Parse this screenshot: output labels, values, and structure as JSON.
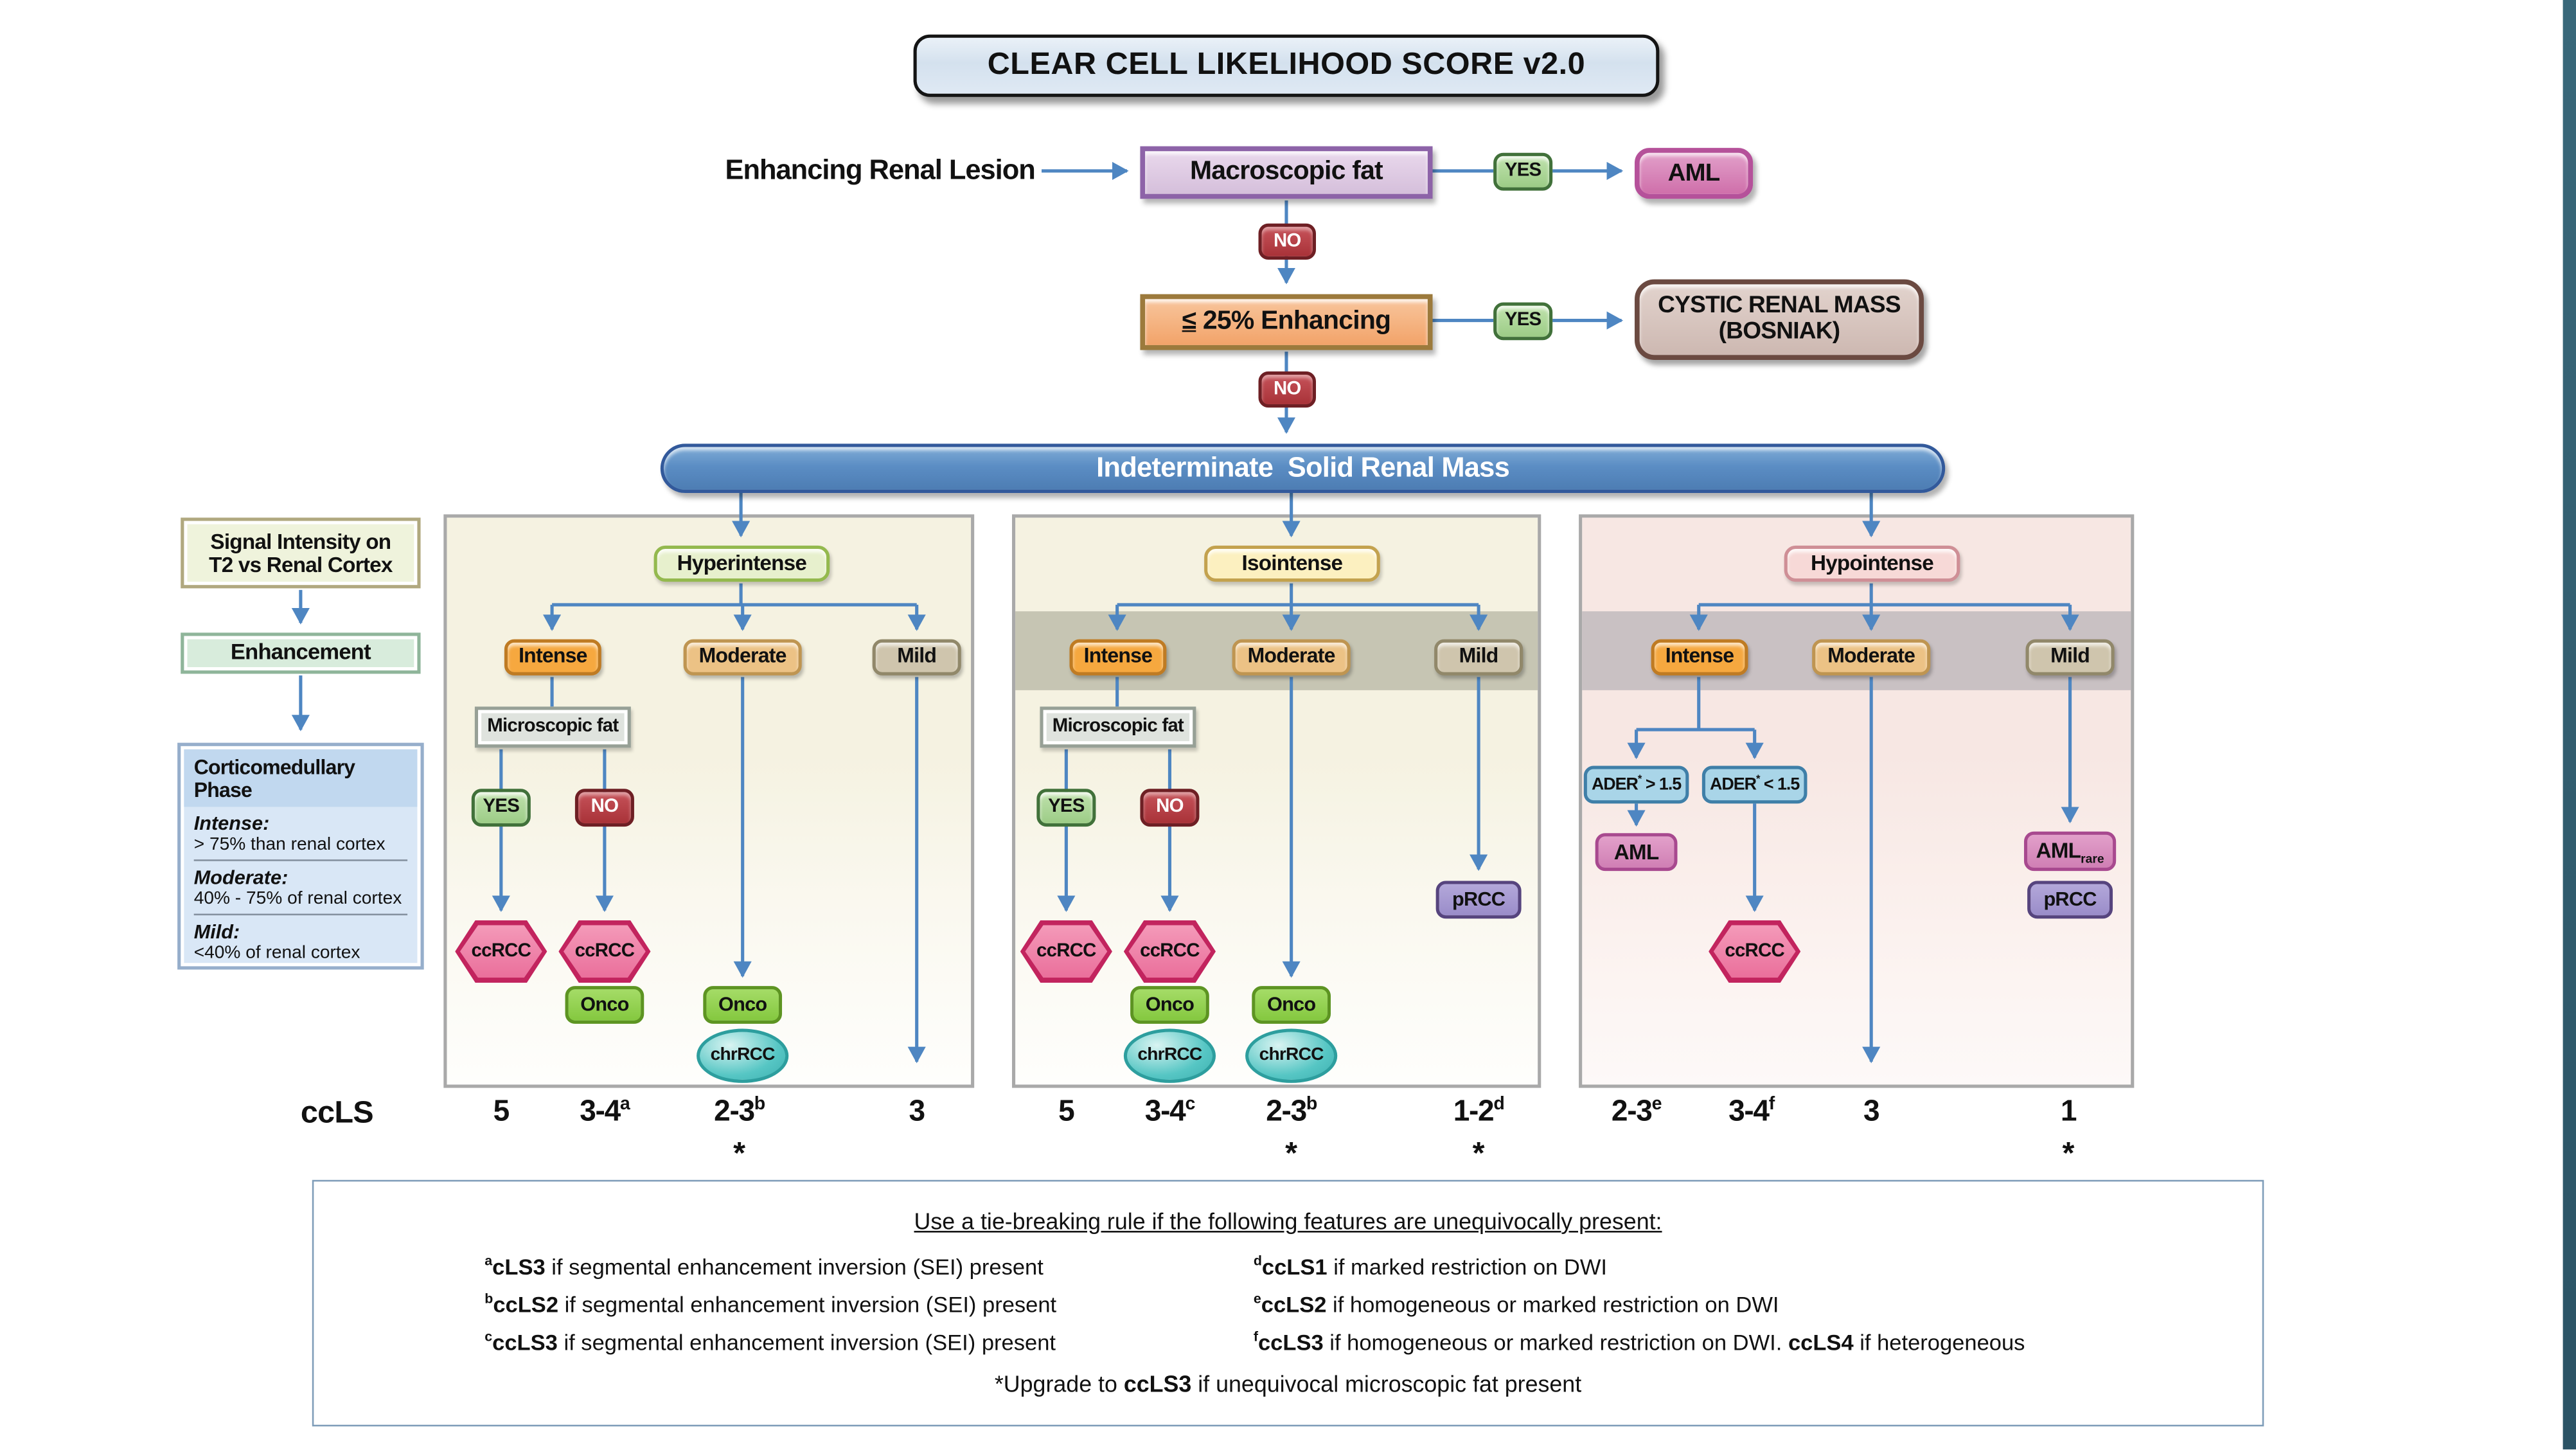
{
  "title": "CLEAR CELL LIKELIHOOD SCORE v2.0",
  "top_flow": {
    "entry_label": "Enhancing Renal Lesion",
    "macroscopic_fat": "Macroscopic fat",
    "yes": "YES",
    "no": "NO",
    "aml": "AML",
    "leq": "≤",
    "enhancing_rest": " 25% Enhancing",
    "cystic_line1": "CYSTIC RENAL MASS",
    "cystic_line2": "(BOSNIAK)",
    "indeterminate": "Indeterminate  Solid Renal Mass"
  },
  "legend": {
    "signal_line1": "Signal Intensity on",
    "signal_line2": "T2 vs Renal Cortex",
    "enhancement": "Enhancement",
    "cortico_header": "Corticomedullary Phase",
    "intense_label": "Intense:",
    "intense_def": "> 75% than renal cortex",
    "moderate_label": "Moderate:",
    "moderate_def": "40% - 75% of renal cortex",
    "mild_label": "Mild:",
    "mild_def": "<40% of renal cortex"
  },
  "panels": [
    {
      "label": "Hyperintense",
      "intense": "Intense",
      "moderate": "Moderate",
      "mild": "Mild",
      "micro_fat": "Microscopic fat",
      "yes": "YES",
      "no": "NO"
    },
    {
      "label": "Isointense",
      "intense": "Intense",
      "moderate": "Moderate",
      "mild": "Mild",
      "micro_fat": "Microscopic fat",
      "yes": "YES",
      "no": "NO"
    },
    {
      "label": "Hypointense",
      "intense": "Intense",
      "moderate": "Moderate",
      "mild": "Mild",
      "ader_gt": {
        "base": "ADER",
        "sup": "*",
        "rest": " > 1.5"
      },
      "ader_lt": {
        "base": "ADER",
        "sup": "*",
        "rest": " < 1.5"
      }
    }
  ],
  "outcomes": {
    "ccrcc": "ccRCC",
    "onco": "Onco",
    "chrrcc": "chrRCC",
    "prcc": "pRCC",
    "aml": "AML",
    "aml_sub": "rare"
  },
  "ccls": {
    "label": "ccLS",
    "hyper": [
      {
        "v": "5"
      },
      {
        "v": "3-4",
        "s": "a"
      },
      {
        "v": "2-3",
        "s": "b",
        "star": "*"
      },
      {
        "v": "3"
      }
    ],
    "iso": [
      {
        "v": "5"
      },
      {
        "v": "3-4",
        "s": "c"
      },
      {
        "v": "2-3",
        "s": "b",
        "star": "*"
      },
      {
        "v": "1-2",
        "s": "d",
        "star": "*"
      }
    ],
    "hypo": [
      {
        "v": "2-3",
        "s": "e"
      },
      {
        "v": "3-4",
        "s": "f"
      },
      {
        "v": "3"
      },
      {
        "v": "1",
        "star": "*"
      }
    ]
  },
  "footnotes": {
    "title": "Use a tie-breaking rule if the following features are unequivocally present:",
    "a_sup": "a",
    "a_bold": "cLS3",
    "a_text": " if segmental enhancement inversion (SEI) present",
    "b_sup": "b",
    "b_bold": "ccLS2",
    "b_text": " if segmental enhancement inversion (SEI) present",
    "c_sup": "c",
    "c_bold": "ccLS3",
    "c_text": " if segmental enhancement inversion (SEI) present",
    "d_sup": "d",
    "d_bold": "ccLS1",
    "d_text": " if marked restriction on DWI",
    "e_sup": "e",
    "e_bold": "ccLS2",
    "e_text": " if homogeneous or marked restriction on DWI",
    "f_sup": "f",
    "f_bold": "ccLS3",
    "f_text": " if homogeneous or marked restriction on DWI. ",
    "f_bold2": "ccLS4",
    "f_text2": " if heterogeneous",
    "upgrade_pre": "*Upgrade to ",
    "upgrade_bold": "ccLS3",
    "upgrade_post": " if unequivocal microscopic fat present"
  },
  "palette": {
    "arrow_blue": "#4e86c2",
    "bar_blue": "#5b8dc4",
    "yes_green": "#abd598",
    "no_red": "#b13c42",
    "ccrcc_pink": "#ee7fa9",
    "onco_green": "#8ed04f",
    "chrrcc_teal": "#56c6c4",
    "prcc_purple": "#a192d0",
    "aml_pink": "#d988bc",
    "intense_orange": "#f6a83f",
    "moderate_tan": "#ecc285",
    "mild_grey": "#cfc5ad",
    "ader_blue": "#a9d5e8",
    "hyper_label": "#e7f0cd",
    "iso_label": "#fcf0c0",
    "hypo_label": "#f7d9d7"
  }
}
